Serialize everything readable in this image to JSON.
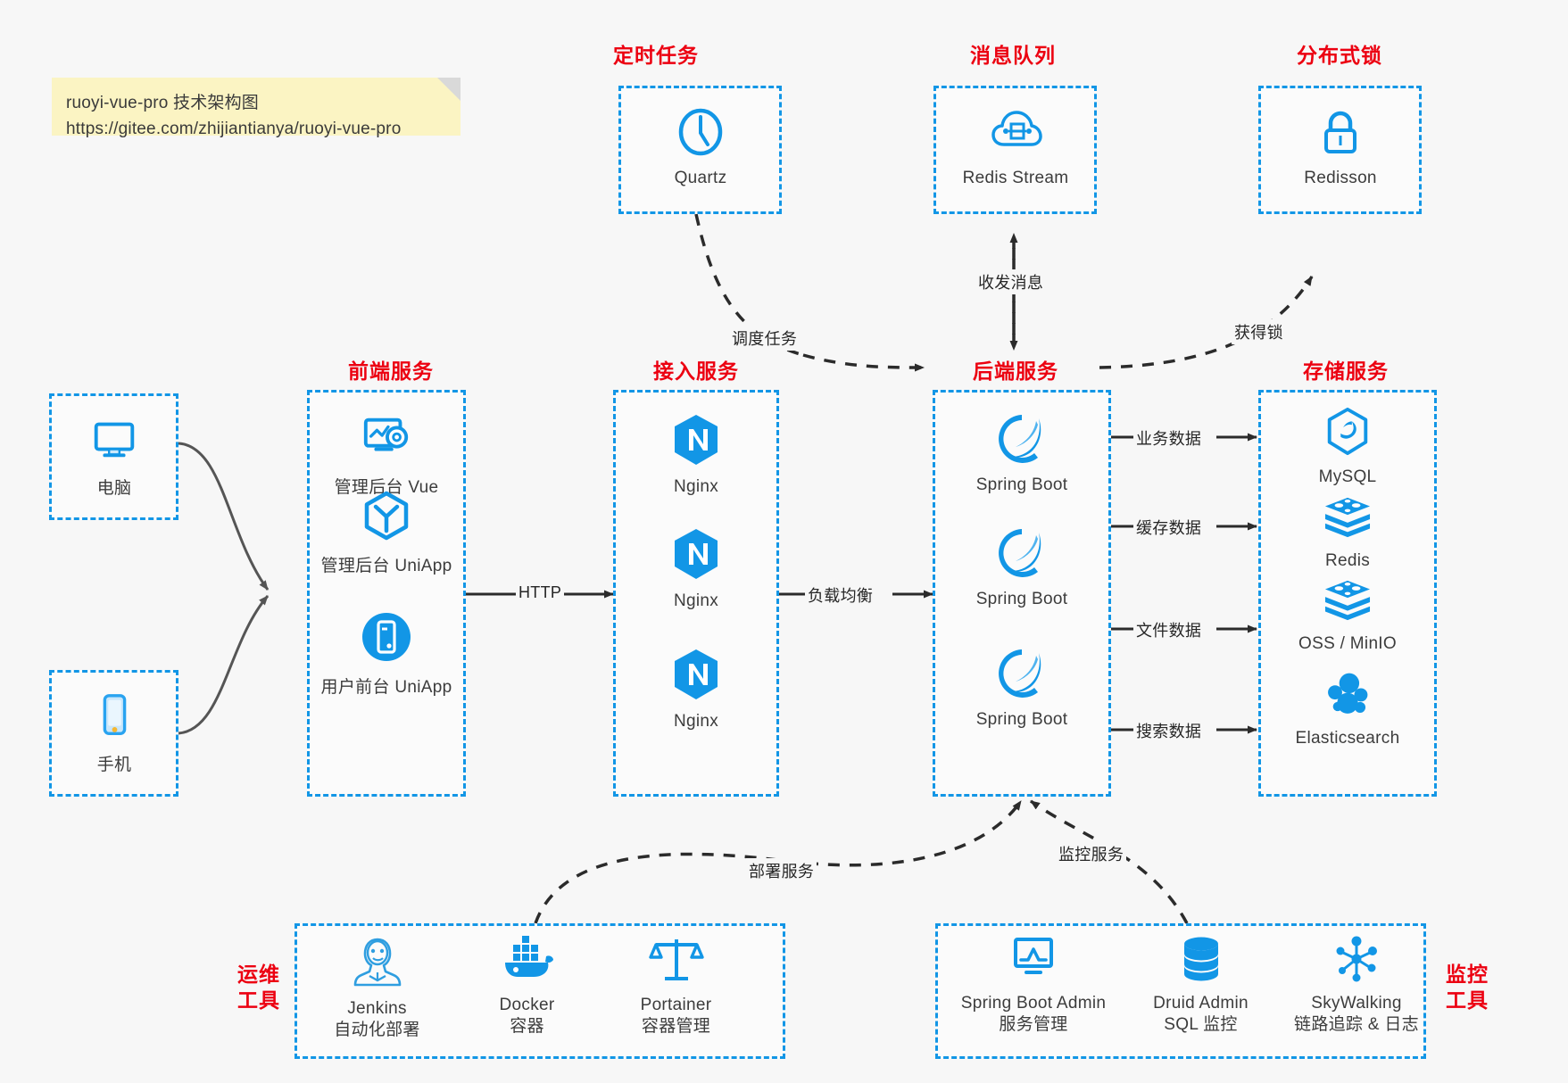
{
  "note": {
    "line1": "ruoyi-vue-pro 技术架构图",
    "line2": "https://gitee.com/zhijiantianya/ruoyi-vue-pro"
  },
  "colors": {
    "accent_blue": "#1296e6",
    "caption_red": "#ec0011",
    "edge_dark": "#2b2b2b",
    "note_yellow": "#fbf4c3",
    "canvas": "#f7f7f7"
  },
  "groups": {
    "scheduler": {
      "caption": "定时任务",
      "items": [
        {
          "label": "Quartz",
          "icon": "clock-icon"
        }
      ]
    },
    "mq": {
      "caption": "消息队列",
      "items": [
        {
          "label": "Redis Stream",
          "icon": "cloud-stream-icon"
        }
      ]
    },
    "lock": {
      "caption": "分布式锁",
      "items": [
        {
          "label": "Redisson",
          "icon": "lock-icon"
        }
      ]
    },
    "clients": {
      "caption": "",
      "items": [
        {
          "label": "电脑",
          "icon": "desktop-icon"
        },
        {
          "label": "手机",
          "icon": "phone-icon"
        }
      ]
    },
    "frontend": {
      "caption": "前端服务",
      "items": [
        {
          "label": "管理后台 Vue",
          "icon": "dashboard-gear-icon"
        },
        {
          "label": "管理后台 UniApp",
          "icon": "hexagon-cube-icon"
        },
        {
          "label": "用户前台 UniApp",
          "icon": "mobile-circle-icon"
        }
      ]
    },
    "gateway": {
      "caption": "接入服务",
      "items": [
        {
          "label": "Nginx",
          "icon": "nginx-icon"
        },
        {
          "label": "Nginx",
          "icon": "nginx-icon"
        },
        {
          "label": "Nginx",
          "icon": "nginx-icon"
        }
      ]
    },
    "backend": {
      "caption": "后端服务",
      "items": [
        {
          "label": "Spring Boot",
          "icon": "spring-leaf-icon"
        },
        {
          "label": "Spring Boot",
          "icon": "spring-leaf-icon"
        },
        {
          "label": "Spring Boot",
          "icon": "spring-leaf-icon"
        }
      ]
    },
    "storage": {
      "caption": "存储服务",
      "items": [
        {
          "label": "MySQL",
          "icon": "mysql-dolphin-icon"
        },
        {
          "label": "Redis",
          "icon": "redis-stack-icon"
        },
        {
          "label": "OSS / MinIO",
          "icon": "redis-stack-icon"
        },
        {
          "label": "Elasticsearch",
          "icon": "elasticsearch-icon"
        }
      ]
    },
    "devops": {
      "caption": "运维\n工具",
      "caption_l1": "运维",
      "caption_l2": "工具",
      "items": [
        {
          "label": "Jenkins",
          "sub": "自动化部署",
          "icon": "jenkins-butler-icon"
        },
        {
          "label": "Docker",
          "sub": "容器",
          "icon": "docker-whale-icon"
        },
        {
          "label": "Portainer",
          "sub": "容器管理",
          "icon": "scales-icon"
        }
      ]
    },
    "monitor": {
      "caption": "监控\n工具",
      "caption_l1": "监控",
      "caption_l2": "工具",
      "items": [
        {
          "label": "Spring Boot Admin",
          "sub": "服务管理",
          "icon": "monitor-chart-icon"
        },
        {
          "label": "Druid Admin",
          "sub": "SQL 监控",
          "icon": "database-icon"
        },
        {
          "label": "SkyWalking",
          "sub": "链路追踪 & 日志",
          "icon": "skywalking-icon"
        }
      ]
    }
  },
  "edges": {
    "schedule_task": "调度任务",
    "send_receive": "收发消息",
    "acquire_lock": "获得锁",
    "http": "HTTP",
    "load_balance": "负载均衡",
    "business_data": "业务数据",
    "cache_data": "缓存数据",
    "file_data": "文件数据",
    "search_data": "搜索数据",
    "deploy_service": "部署服务",
    "monitor_service": "监控服务"
  }
}
